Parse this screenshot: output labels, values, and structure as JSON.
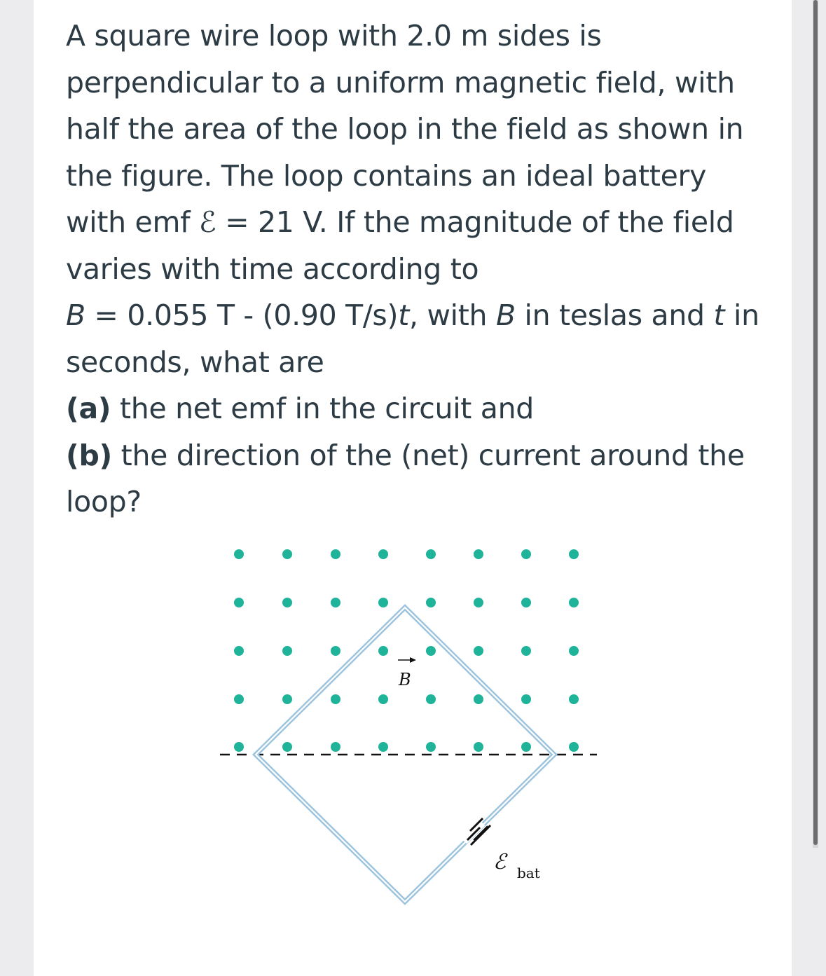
{
  "question": {
    "intro_a": "A square wire loop with 2.0 m sides is perpendicular to a uniform magnetic field, with half the area of the loop in the field as shown in the figure. The loop contains an ideal battery with emf ",
    "emf_symbol": "ℰ",
    "intro_b": " = 21 V. If the magnitude of the field varies with time according to",
    "eq_B": "B",
    "eq_mid": " = 0.055 T - (0.90 T/s)",
    "eq_t": "t",
    "eq_with": ", with ",
    "eq_B2": "B",
    "eq_in_teslas": " in teslas and ",
    "eq_t2": "t",
    "eq_in_seconds": " in seconds, what are",
    "part_a_label": "(a)",
    "part_a_text": " the net emf in the circuit and",
    "part_b_label": "(b)",
    "part_b_text": " the direction of the (net) current around the loop?"
  },
  "figure": {
    "field_label": "B",
    "emf_label": "ℰ",
    "emf_subscript": "bat",
    "dot_color": "#1fb39a",
    "loop_color": "#9cc3de"
  }
}
